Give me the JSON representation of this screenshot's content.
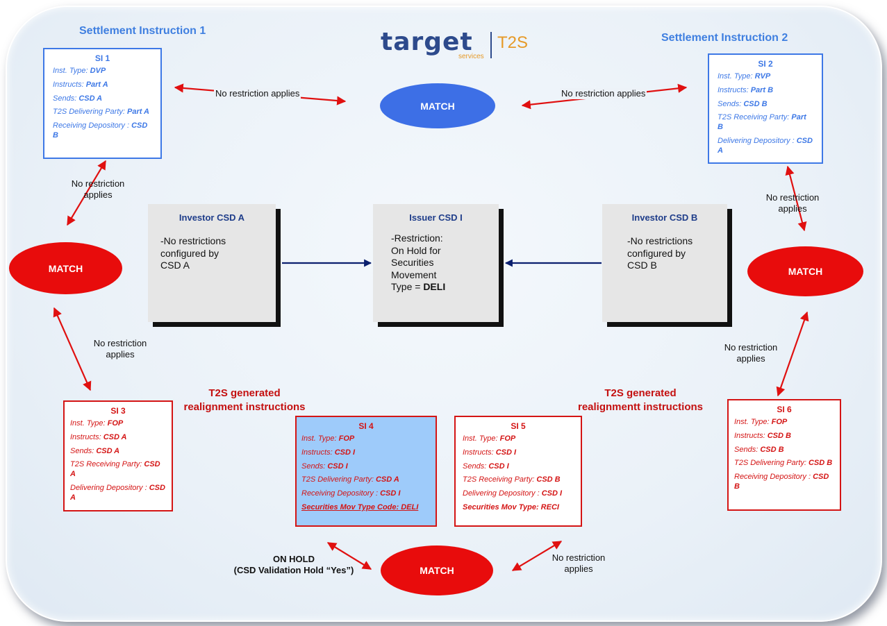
{
  "logo": {
    "wordmark": "target",
    "sub": "services",
    "product": "T2S"
  },
  "headings": {
    "si1": "Settlement Instruction 1",
    "si2": "Settlement Instruction 2"
  },
  "generated": {
    "left": [
      "T2S generated",
      "realignment instructions"
    ],
    "right": [
      "T2S generated",
      "realignmentt instructions"
    ]
  },
  "instructions": {
    "si1": {
      "title": "SI 1",
      "rows": [
        [
          "Inst. Type: ",
          "DVP"
        ],
        [
          "Instructs: ",
          "Part A"
        ],
        [
          "Sends: ",
          "CSD A"
        ],
        [
          "T2S Delivering Party: ",
          "Part A"
        ],
        [
          "Receiving  Depository : ",
          "CSD B"
        ]
      ]
    },
    "si2": {
      "title": "SI 2",
      "rows": [
        [
          "Inst. Type: ",
          "RVP"
        ],
        [
          "Instructs: ",
          "Part B"
        ],
        [
          "Sends: ",
          "CSD B"
        ],
        [
          "T2S Receiving Party: ",
          "Part B"
        ],
        [
          "Delivering  Depository : ",
          "CSD A"
        ]
      ]
    },
    "si3": {
      "title": "SI 3",
      "rows": [
        [
          "Inst. Type: ",
          "FOP"
        ],
        [
          "Instructs: ",
          "CSD A"
        ],
        [
          "Sends: ",
          "CSD A"
        ],
        [
          "T2S Receiving Party: ",
          "CSD A"
        ],
        [
          "Delivering  Depository : ",
          "CSD A"
        ]
      ]
    },
    "si4": {
      "title": "SI 4",
      "rows": [
        [
          "Inst. Type: ",
          "FOP"
        ],
        [
          "Instructs: ",
          "CSD I"
        ],
        [
          "Sends: ",
          "CSD I"
        ],
        [
          "T2S Delivering Party: ",
          "CSD A"
        ],
        [
          "Receiving Depository : ",
          "CSD I"
        ]
      ],
      "special": "Securities Mov Type Code: DELI"
    },
    "si5": {
      "title": "SI 5",
      "rows": [
        [
          "Inst. Type: ",
          "FOP"
        ],
        [
          "Instructs: ",
          "CSD I"
        ],
        [
          "Sends: ",
          "CSD I"
        ],
        [
          "T2S Receiving Party: ",
          "CSD B"
        ],
        [
          "Delivering  Depository : ",
          "CSD I"
        ]
      ],
      "special": "Securities Mov Type: RECI"
    },
    "si6": {
      "title": "SI 6",
      "rows": [
        [
          "Inst. Type: ",
          "FOP"
        ],
        [
          "Instructs: ",
          "CSD B"
        ],
        [
          "Sends: ",
          "CSD B"
        ],
        [
          "T2S Delivering Party: ",
          "CSD B"
        ],
        [
          "Receiving  Depository : ",
          "CSD B"
        ]
      ]
    }
  },
  "csds": {
    "a": {
      "title": "Investor CSD A",
      "body": [
        "-No restrictions",
        "configured by",
        "CSD A"
      ]
    },
    "i": {
      "title": "Issuer CSD I",
      "body": [
        "-Restriction:",
        "On Hold for",
        "Securities",
        "Movement",
        "Type = "
      ],
      "bold": "DELI"
    },
    "b": {
      "title": "Investor CSD B",
      "body": [
        "-No restrictions",
        "configured by",
        "CSD B"
      ]
    }
  },
  "match": {
    "label": "MATCH"
  },
  "labels": {
    "top_left": "No restriction applies",
    "top_right": "No restriction applies",
    "left_upper": [
      "No restriction",
      "applies"
    ],
    "left_lower": [
      "No restriction",
      "applies"
    ],
    "right_upper": [
      "No restriction",
      "applies"
    ],
    "right_lower": [
      "No restriction",
      "applies"
    ],
    "bottom_right": [
      "No restriction",
      "applies"
    ],
    "on_hold": [
      "ON HOLD",
      "(CSD Validation Hold “Yes”)"
    ]
  },
  "colors": {
    "blue": "#3d78e6",
    "red": "#d41414",
    "navy_arrow": "#0b1f6e",
    "si4_fill": "#9ecbfa"
  }
}
